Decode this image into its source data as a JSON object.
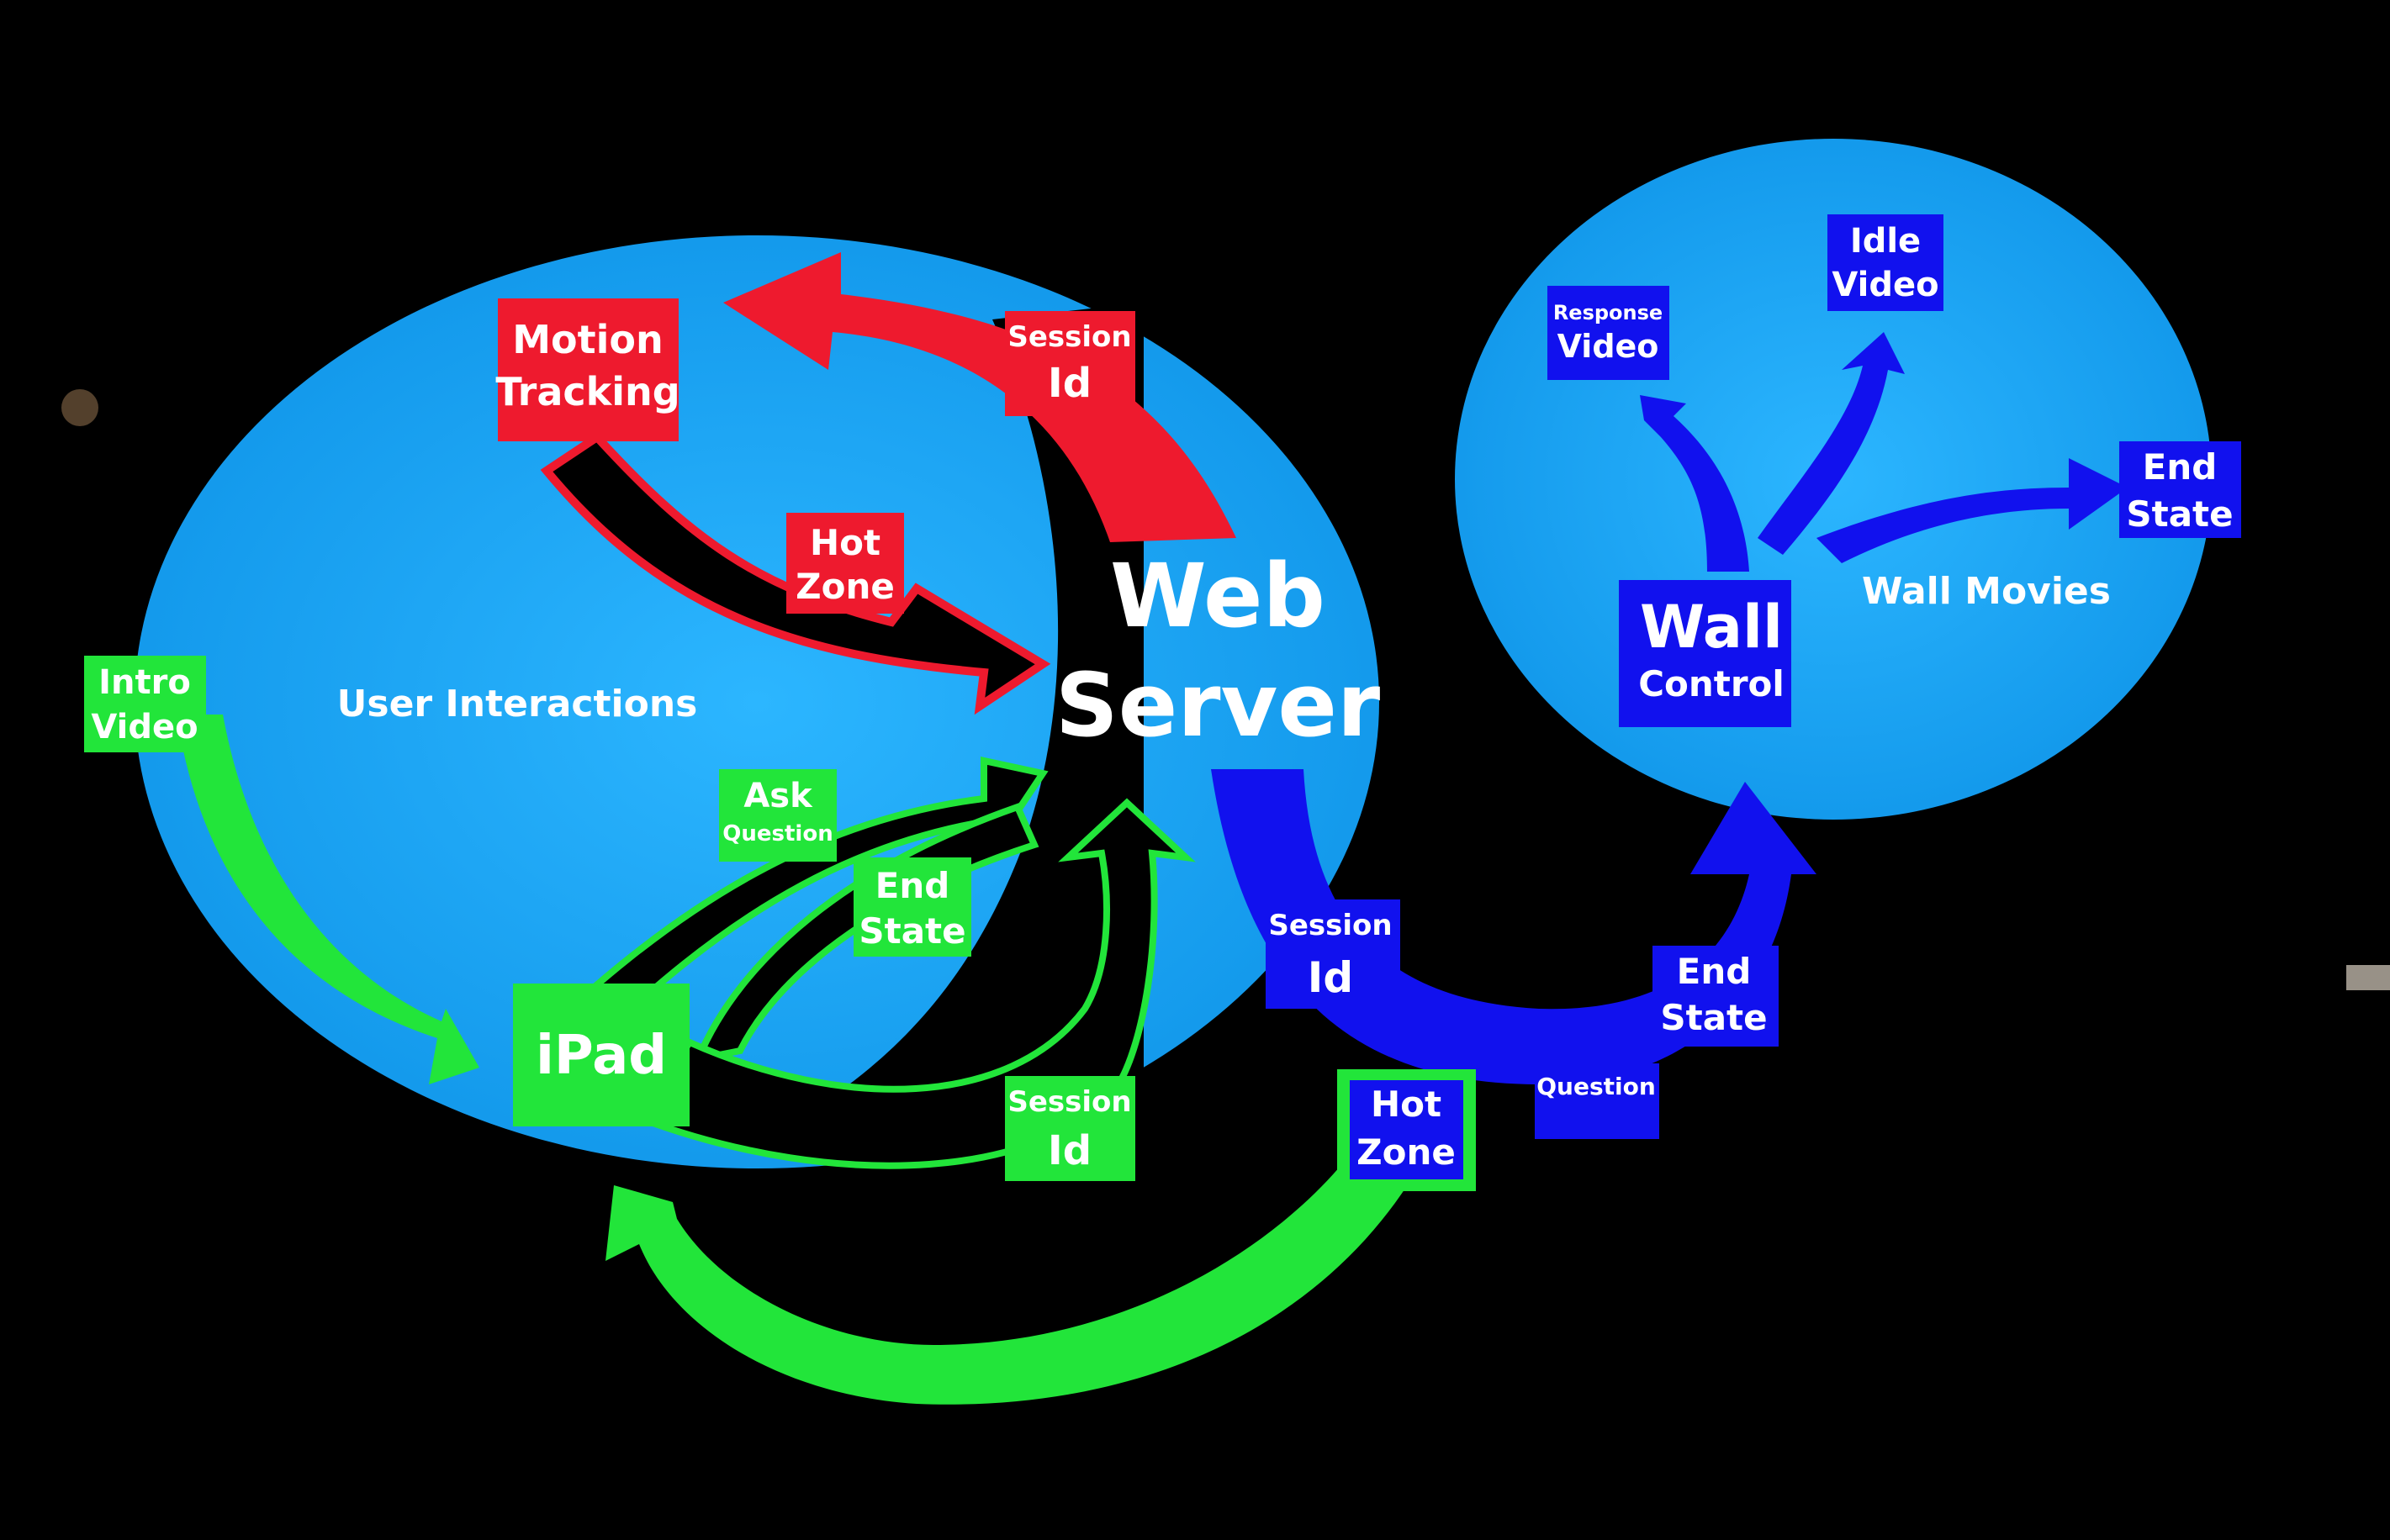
{
  "diagram": {
    "center": {
      "line1": "Web",
      "line2": "Server"
    },
    "regions": {
      "user": "User Interactions",
      "wall": "Wall Movies"
    },
    "nodes": {
      "motion": {
        "line1": "Motion",
        "line2": "Tracking"
      },
      "ipad": {
        "line1": "iPad"
      },
      "intro": {
        "line1": "Intro",
        "line2": "Video"
      },
      "wall_control": {
        "line1": "Wall",
        "line2": "Control"
      },
      "response_video": {
        "line1": "Response",
        "line2": "Video"
      },
      "idle_video": {
        "line1": "Idle",
        "line2": "Video"
      },
      "end_state_wall": {
        "line1": "End",
        "line2": "State"
      }
    },
    "edge_labels": {
      "session_red": {
        "line1": "Session",
        "line2": "Id"
      },
      "hot_zone_red": {
        "line1": "Hot",
        "line2": "Zone"
      },
      "ask_question": {
        "line1": "Ask",
        "line2": "Question"
      },
      "end_state_green": {
        "line1": "End",
        "line2": "State"
      },
      "session_green": {
        "line1": "Session",
        "line2": "Id"
      },
      "session_blue": {
        "line1": "Session",
        "line2": "Id"
      },
      "end_state_blue": {
        "line1": "End",
        "line2": "State"
      },
      "question_blue": {
        "line1": "Question"
      },
      "hot_zone_green": {
        "line1": "Hot",
        "line2": "Zone"
      }
    },
    "colors": {
      "background": "#000000",
      "circle": "#1aa7f0",
      "red": "#ee1a2e",
      "green": "#22e53a",
      "blue": "#1111ee",
      "text": "#ffffff"
    }
  }
}
